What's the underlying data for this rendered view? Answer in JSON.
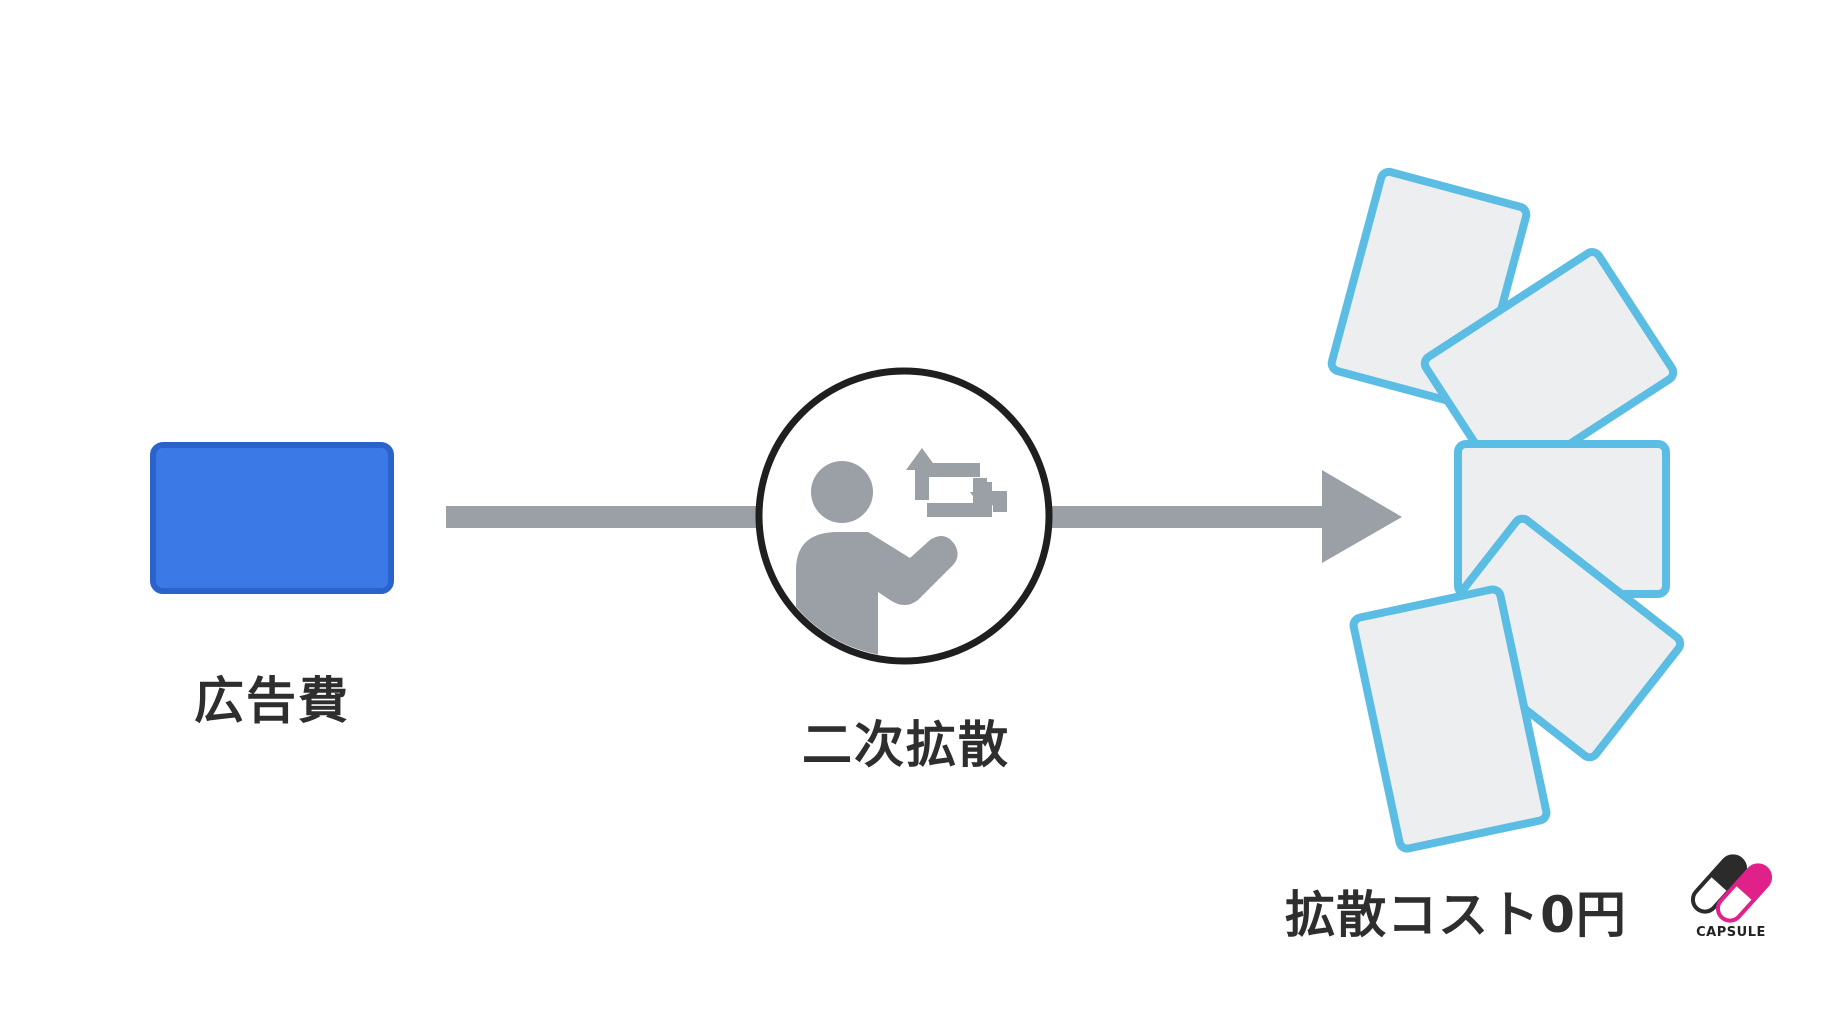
{
  "nodes": {
    "ad_cost": {
      "label": "広告費",
      "color": "#3b7ae6",
      "border": "#2b63cc"
    },
    "secondary_spread": {
      "label": "二次拡散",
      "icon": "person-retweet-icon"
    },
    "zero_cost": {
      "label": "拡散コスト0円",
      "card_count": 5,
      "card_fill": "#eceef0",
      "card_border": "#5bbde3"
    }
  },
  "colors": {
    "arrow": "#9aa0a6",
    "icon": "#9aa0a6",
    "circle_border": "#1f1f1f"
  },
  "logo": {
    "text": "CAPSULE",
    "icon": "capsule-pill-icon",
    "colors": [
      "#2b2b2b",
      "#e0218a"
    ]
  }
}
